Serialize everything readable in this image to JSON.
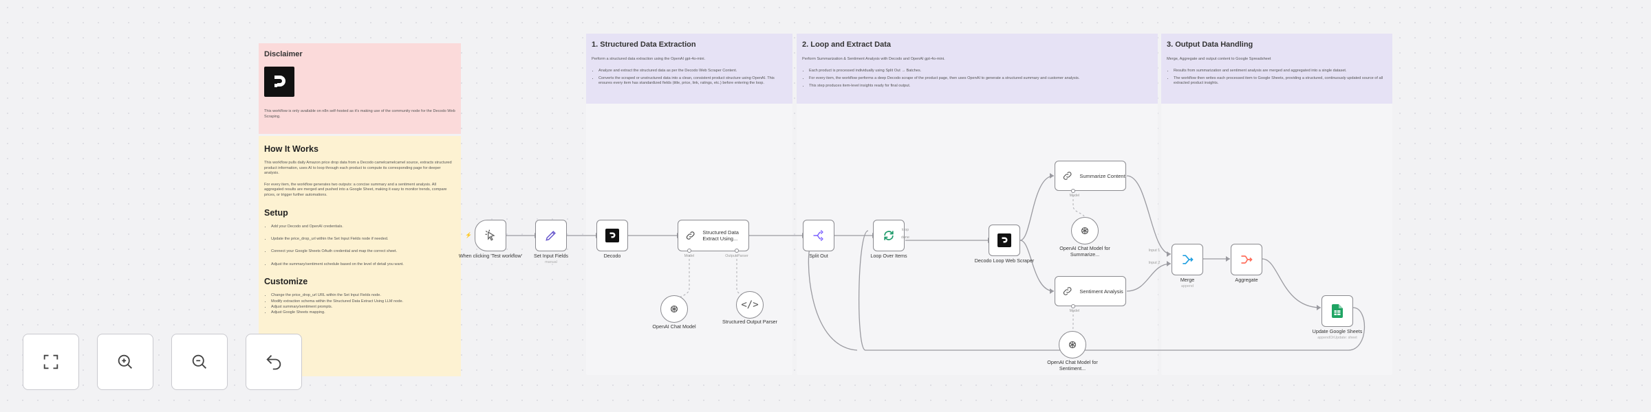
{
  "notes": {
    "disclaimer": {
      "title": "Disclaimer",
      "text": "This workflow is only available on n8n self-hosted as it's making use of the community node for the Decodo Web Scraping."
    },
    "how": {
      "title": "How It Works",
      "p1": "This workflow pulls daily Amazon price drop data from a Decodo camelcamelcamel source, extracts structured product information, uses AI to loop through each product to compute its corresponding page for deeper analysis.",
      "p2": "For every item, the workflow generates two outputs: a concise summary and a sentiment analysis. All aggregated results are merged and pushed into a Google Sheet, making it easy to monitor trends, compare prices, or trigger further automations.",
      "setup_title": "Setup",
      "setup": [
        "Add your Decodo and OpenAI credentials.",
        "Update the price_drop_url within the Set Input Fields node if needed.",
        "Connect your Google Sheets OAuth credential and map the correct sheet.",
        "Adjust the summary/sentiment schedule based on the level of detail you want."
      ],
      "customize_title": "Customize",
      "customize": [
        "Change the price_drop_url URL within the Set Input Fields node.",
        "Modify extraction schema within the Structured Data Extract Using LLM node.",
        "Adjust summary/sentiment prompts.",
        "Adjust Google Sheets mapping."
      ]
    },
    "s1": {
      "title": "1. Structured Data Extraction",
      "desc": "Perform a structured data extraction using the OpenAI gpt-4o-mini.",
      "bullets": [
        "Analyze and extract the structured data as per the Decodo Web Scraper Content.",
        "Converts the scraped or unstructured data into a clean, consistent product structure using OpenAI. This ensures every item has standardized fields (title, price, link, ratings, etc.) before entering the loop."
      ]
    },
    "s2": {
      "title": "2. Loop and Extract Data",
      "desc": "Perform Summarization & Sentiment Analysis with Decodo and OpenAI gpt-4o-mini.",
      "bullets": [
        "Each product is processed individually using Split Out → Batches.",
        "For every item, the workflow performs a deep Decodo scrape of the product page, then uses OpenAI to generate a structured summary and customer analysis.",
        "This step produces item-level insights ready for final output."
      ]
    },
    "s3": {
      "title": "3. Output Data Handling",
      "desc": "Merge, Aggregate and output content to Google Spreadsheet",
      "bullets": [
        "Results from summarization and sentiment analysis are merged and aggregated into a single dataset.",
        "The workflow then writes each processed item to Google Sheets, providing a structured, continuously updated source of all extracted product insights."
      ]
    }
  },
  "nodes": {
    "trigger": {
      "label": "When clicking 'Test workflow'",
      "icon": "cursor-click-icon"
    },
    "set_input": {
      "label": "Set Input Fields",
      "sub": "manual",
      "icon": "pencil-icon"
    },
    "decodo": {
      "label": "Decodo",
      "icon": "decodo-icon"
    },
    "structured": {
      "label": "Structured Data Extract Using...",
      "icon": "link-icon"
    },
    "openai1": {
      "label": "OpenAI Chat Model",
      "icon": "openai-icon"
    },
    "parser": {
      "label": "Structured Output Parser",
      "icon": "braces-icon"
    },
    "split": {
      "label": "Split Out",
      "icon": "split-out-icon"
    },
    "loop": {
      "label": "Loop Over Items",
      "icon": "loop-icon"
    },
    "decodo_loop": {
      "label": "Decodo Loop Web Scraper",
      "icon": "decodo-icon"
    },
    "summarize": {
      "label": "Summarize Content",
      "icon": "chain-icon"
    },
    "openai_sum": {
      "label": "OpenAI Chat Model for Summarize...",
      "icon": "openai-icon"
    },
    "sentiment": {
      "label": "Sentiment Analysis",
      "icon": "chain-icon"
    },
    "openai_sent": {
      "label": "OpenAI Chat Model for Sentiment...",
      "icon": "openai-icon"
    },
    "merge": {
      "label": "Merge",
      "sub": "append",
      "icon": "merge-icon"
    },
    "aggregate": {
      "label": "Aggregate",
      "icon": "aggregate-icon"
    },
    "sheets": {
      "label": "Update Google Sheets",
      "sub": "appendOrUpdate: sheet",
      "icon": "google-sheets-icon"
    }
  },
  "port_labels": {
    "model": "Model",
    "output_parser": "Output Parser",
    "done": "done",
    "loop": "loop",
    "input1": "Input 1",
    "input2": "Input 2"
  },
  "controls": {
    "fit": "fit-view-icon",
    "zoom_in": "zoom-in-icon",
    "zoom_out": "zoom-out-icon",
    "reset": "reset-icon"
  },
  "colors": {
    "disclaimer_note": "#fbdada",
    "how_note": "#fdf2d2",
    "section_note": "#e6e2f5",
    "google_sheets": "#1fa463",
    "aggregate": "#ff6d5a",
    "merge": "#1f9fe0",
    "split_out": "#7b61ff",
    "loop": "#1f9b6b",
    "structured": "#6b6b6b"
  }
}
